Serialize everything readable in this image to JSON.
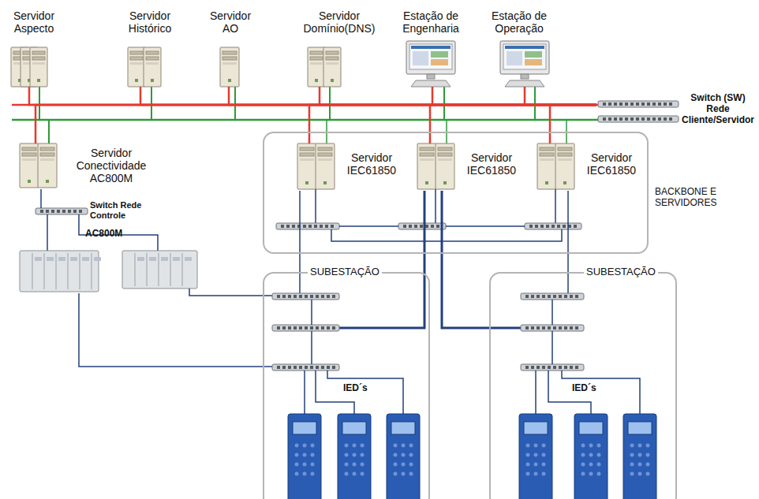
{
  "diagram": {
    "nodes": [
      {
        "text": [
          "Servidor Aspecto"
        ]
      },
      {
        "text": [
          "Servidor Histórico"
        ]
      },
      {
        "text": [
          "Servidor AO"
        ]
      },
      {
        "text": [
          "Servidor Domínio(DNS)"
        ]
      },
      {
        "text": [
          "Estação de Engenharia"
        ]
      },
      {
        "text": [
          "Estação de Operação"
        ]
      },
      {
        "text": [
          "Switch (SW) Rede Cliente/Servidor"
        ]
      },
      {
        "text": [
          "Servidor Conectividade AC800M"
        ]
      },
      {
        "text": [
          "Switch Rede Controle"
        ]
      },
      {
        "text": [
          "AC800M"
        ]
      },
      {
        "text": [
          "BACKBONE E SERVIDORES"
        ]
      },
      {
        "text": [
          "Servidor IEC61850"
        ],
        "in": 10
      },
      {
        "text": [
          "Servidor IEC61850"
        ],
        "in": 10
      },
      {
        "text": [
          "Servidor IEC61850"
        ],
        "in": 10
      },
      {
        "text": [
          "SUBESTAÇÃO"
        ]
      },
      {
        "text": [
          "IED´s"
        ],
        "in": 14
      },
      {
        "text": [
          "SUBESTAÇÃO"
        ]
      },
      {
        "text": [
          "IED´s"
        ],
        "in": 16
      }
    ],
    "edges": [
      {
        "from": 0,
        "to": 6,
        "arrow": "none"
      },
      {
        "from": 1,
        "to": 6,
        "arrow": "none"
      },
      {
        "from": 2,
        "to": 6,
        "arrow": "none"
      },
      {
        "from": 3,
        "to": 6,
        "arrow": "none"
      },
      {
        "from": 4,
        "to": 6,
        "arrow": "none"
      },
      {
        "from": 5,
        "to": 6,
        "arrow": "none"
      },
      {
        "from": 7,
        "to": 6,
        "arrow": "none"
      },
      {
        "from": 11,
        "to": 6,
        "arrow": "none"
      },
      {
        "from": 12,
        "to": 6,
        "arrow": "none"
      },
      {
        "from": 13,
        "to": 6,
        "arrow": "none"
      },
      {
        "from": 7,
        "to": 8,
        "arrow": "none"
      },
      {
        "from": 8,
        "to": 9,
        "arrow": "none"
      },
      {
        "from": 11,
        "to": 14,
        "arrow": "none"
      },
      {
        "from": 12,
        "to": 14,
        "arrow": "none"
      },
      {
        "from": 12,
        "to": 16,
        "arrow": "none"
      },
      {
        "from": 13,
        "to": 16,
        "arrow": "none"
      },
      {
        "from": 9,
        "to": 14,
        "arrow": "none"
      }
    ]
  }
}
